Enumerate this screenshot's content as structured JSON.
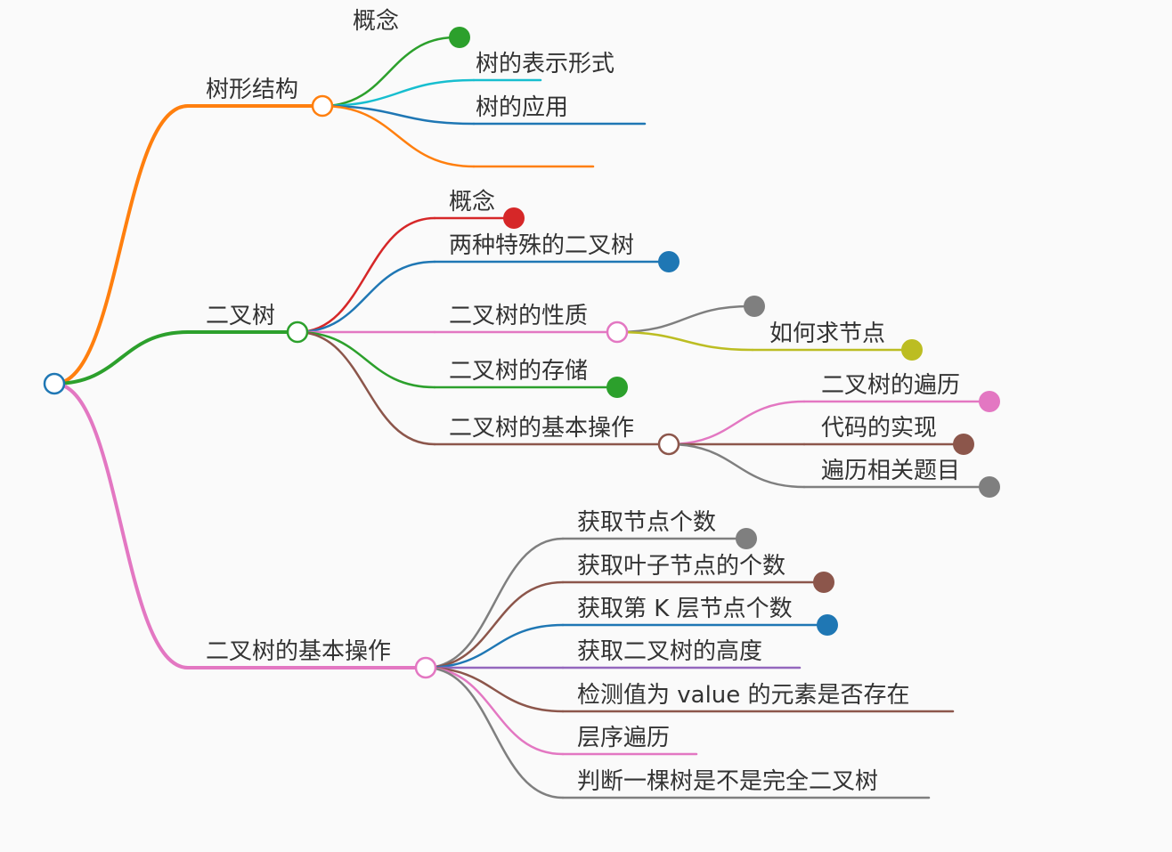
{
  "root": {
    "label": "",
    "color": "#1f77b4",
    "children": [
      {
        "id": "tree-structure",
        "label": "树形结构",
        "color": "#ff7f0e",
        "collapsed": false,
        "children": [
          {
            "id": "concept-1",
            "label": "概念",
            "color": "#2ca02c"
          },
          {
            "id": "tree-representation",
            "label": "树的表示形式",
            "color": "#17becf"
          },
          {
            "id": "tree-applications",
            "label": "树的应用",
            "color": "#1f77b4"
          },
          {
            "id": "tree-applications-2",
            "label": "",
            "color": "#ff7f0e"
          }
        ]
      },
      {
        "id": "binary-tree",
        "label": "二叉树",
        "color": "#2ca02c",
        "collapsed": false,
        "children": [
          {
            "id": "concept-2",
            "label": "概念",
            "color": "#d62728",
            "collapsed": true
          },
          {
            "id": "special-binary-trees",
            "label": "两种特殊的二叉树",
            "color": "#1f77b4",
            "collapsed": true
          },
          {
            "id": "binary-tree-properties",
            "label": "二叉树的性质",
            "color": "#e377c2",
            "collapsed": false,
            "children": [
              {
                "id": "property-blank",
                "label": "",
                "color": "#7f7f7f",
                "collapsed": true
              },
              {
                "id": "how-to-count-nodes",
                "label": "如何求节点",
                "color": "#bcbd22",
                "collapsed": true
              }
            ]
          },
          {
            "id": "binary-tree-storage",
            "label": "二叉树的存储",
            "color": "#2ca02c",
            "collapsed": true
          },
          {
            "id": "binary-tree-basic-ops",
            "label": "二叉树的基本操作",
            "color": "#8c564b",
            "collapsed": false,
            "children": [
              {
                "id": "traversal",
                "label": "二叉树的遍历",
                "color": "#e377c2",
                "collapsed": true
              },
              {
                "id": "code-implementation",
                "label": "代码的实现",
                "color": "#8c564b",
                "collapsed": true
              },
              {
                "id": "traversal-problems",
                "label": "遍历相关题目",
                "color": "#7f7f7f",
                "collapsed": true
              }
            ]
          }
        ]
      },
      {
        "id": "binary-tree-operations",
        "label": "二叉树的基本操作",
        "color": "#e377c2",
        "collapsed": false,
        "children": [
          {
            "id": "count-nodes",
            "label": "获取节点个数",
            "color": "#7f7f7f",
            "collapsed": true
          },
          {
            "id": "count-leaf-nodes",
            "label": "获取叶子节点的个数",
            "color": "#8c564b",
            "collapsed": true
          },
          {
            "id": "count-k-level-nodes",
            "label": "获取第 K 层节点个数",
            "color": "#1f77b4",
            "collapsed": true
          },
          {
            "id": "tree-height",
            "label": "获取二叉树的高度",
            "color": "#9467bd"
          },
          {
            "id": "find-value",
            "label": "检测值为 value 的元素是否存在",
            "color": "#8c564b"
          },
          {
            "id": "level-order",
            "label": "层序遍历",
            "color": "#e377c2"
          },
          {
            "id": "is-complete",
            "label": "判断一棵树是不是完全二叉树",
            "color": "#7f7f7f"
          }
        ]
      }
    ]
  }
}
